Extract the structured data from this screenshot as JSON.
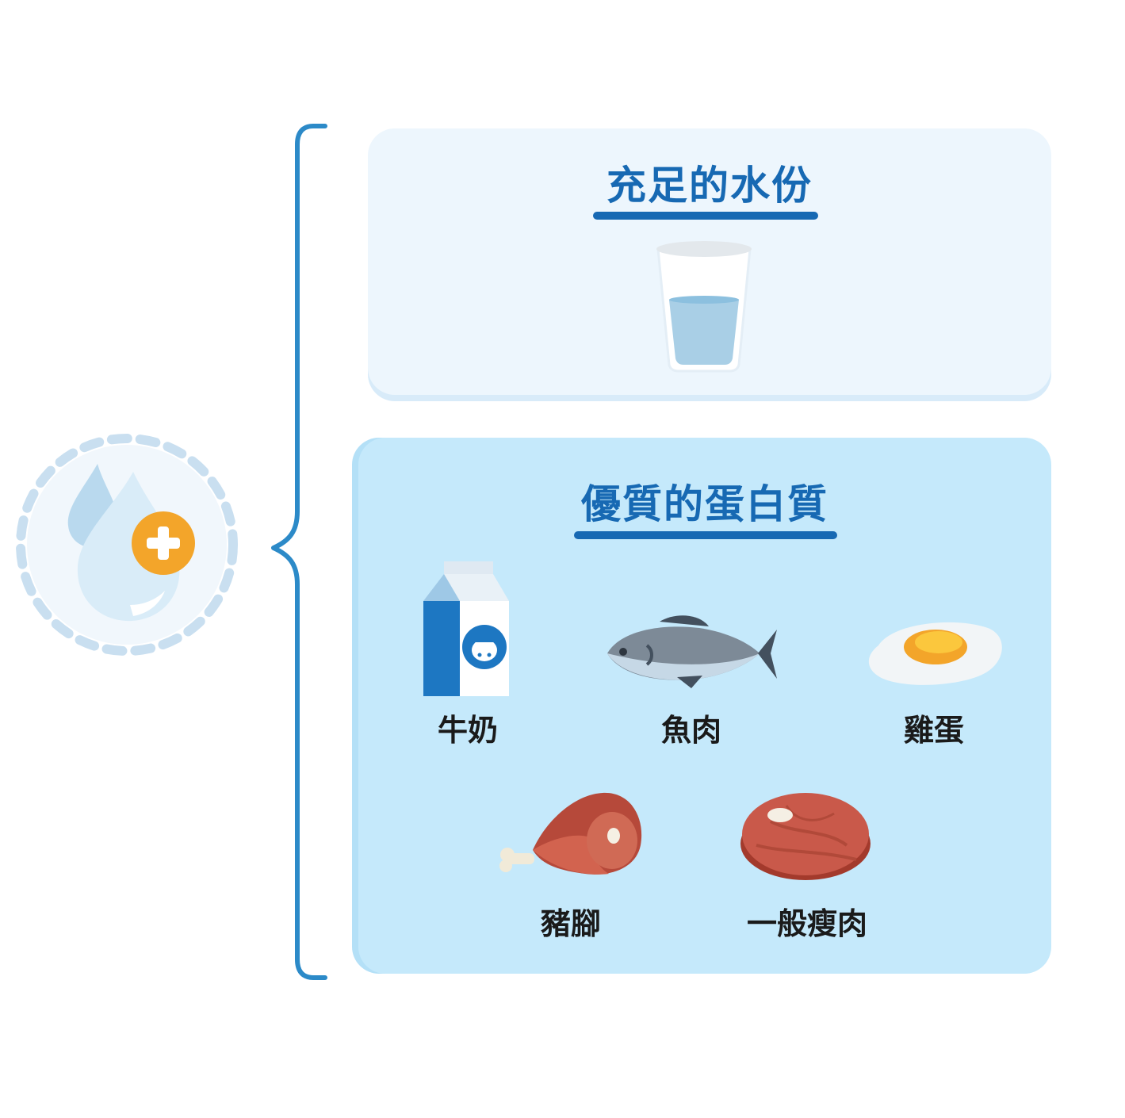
{
  "water_card": {
    "title": "充足的水份"
  },
  "protein_card": {
    "title": "優質的蛋白質",
    "foods": [
      {
        "label": "牛奶"
      },
      {
        "label": "魚肉"
      },
      {
        "label": "雞蛋"
      },
      {
        "label": "豬腳"
      },
      {
        "label": "一般瘦肉"
      }
    ]
  },
  "colors": {
    "title_blue": "#1769b3",
    "bracket_blue": "#2c8ac8",
    "plus_orange": "#f3a52a",
    "water_card_bg": "#edf6fd",
    "protein_card_bg": "#c5e9fb"
  }
}
